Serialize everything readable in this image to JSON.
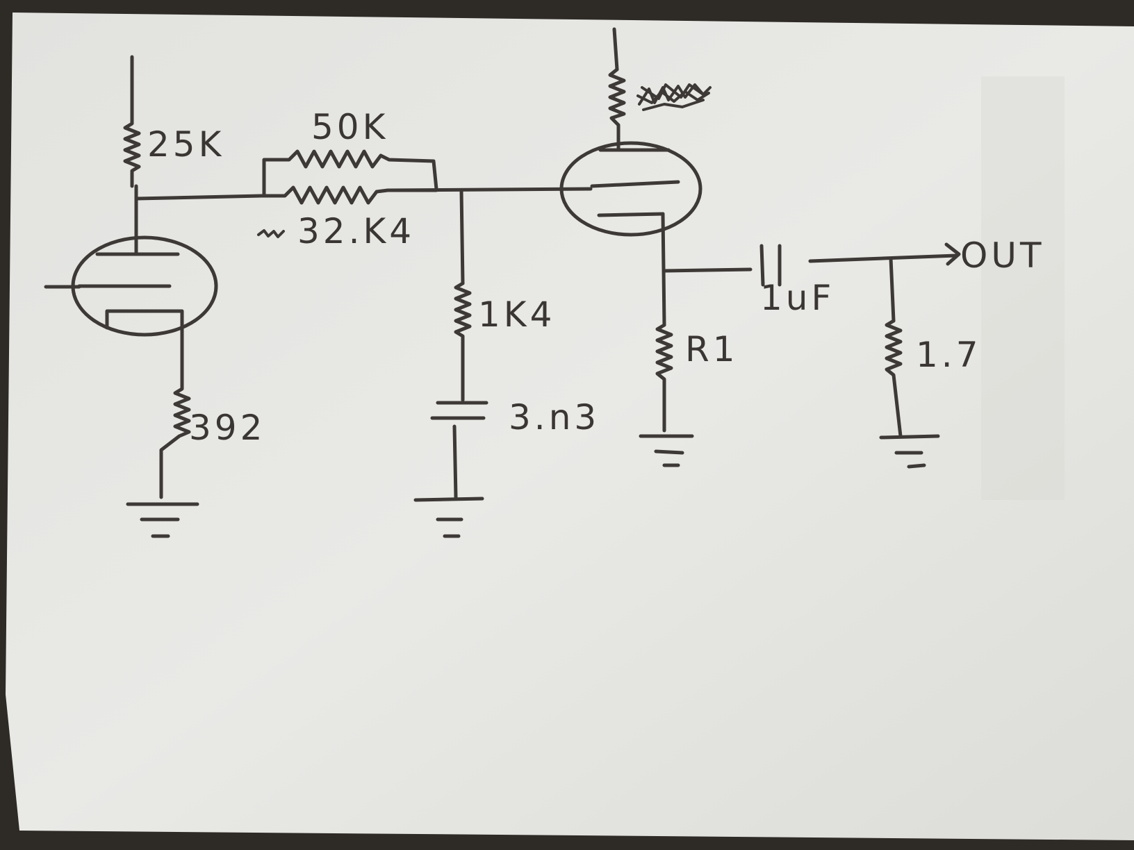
{
  "labels": {
    "r_plate_v1": "25K",
    "r_series_top": "50K",
    "r_series_bottom": "32.K4",
    "r_shunt": "1K4",
    "c_shunt": "3.n3",
    "r_cathode_v1": "392",
    "r_cathode_v2": "R1",
    "c_output": "1uF",
    "r_load": "1.7",
    "output": "OUT"
  },
  "colors": {
    "paper": "#e6e6e3",
    "ink": "#3d3936",
    "background": "#2e2a26"
  }
}
